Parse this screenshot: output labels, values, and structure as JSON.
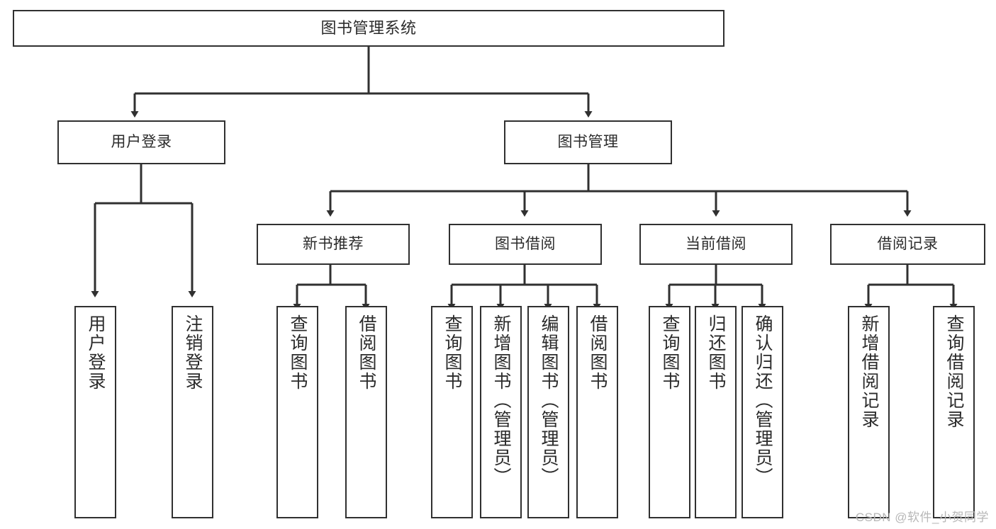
{
  "diagram": {
    "title": "图书管理系统",
    "watermark": "CSDN @软件_小贺同学",
    "edge_color": "#303030",
    "box_border_color": "#303030",
    "box_fill": "#ffffff",
    "text_color": "#2b2b2b"
  },
  "nodes": {
    "root": {
      "label": "图书管理系统"
    },
    "level2": [
      {
        "label": "用户登录"
      },
      {
        "label": "图书管理"
      }
    ],
    "level3": [
      {
        "label": "新书推荐"
      },
      {
        "label": "图书借阅"
      },
      {
        "label": "当前借阅"
      },
      {
        "label": "借阅记录"
      }
    ],
    "leaves": {
      "user_login": [
        {
          "label": "用户登录"
        },
        {
          "label": "注销登录"
        }
      ],
      "new_book_recommend": [
        {
          "label": "查询图书"
        },
        {
          "label": "借阅图书"
        }
      ],
      "book_borrow": [
        {
          "label": "查询图书"
        },
        {
          "label": "新增图书（管理员）"
        },
        {
          "label": "编辑图书（管理员）"
        },
        {
          "label": "借阅图书"
        }
      ],
      "current_borrow": [
        {
          "label": "查询图书"
        },
        {
          "label": "归还图书"
        },
        {
          "label": "确认归还（管理员）"
        }
      ],
      "borrow_records": [
        {
          "label": "新增借阅记录"
        },
        {
          "label": "查询借阅记录"
        }
      ]
    }
  }
}
